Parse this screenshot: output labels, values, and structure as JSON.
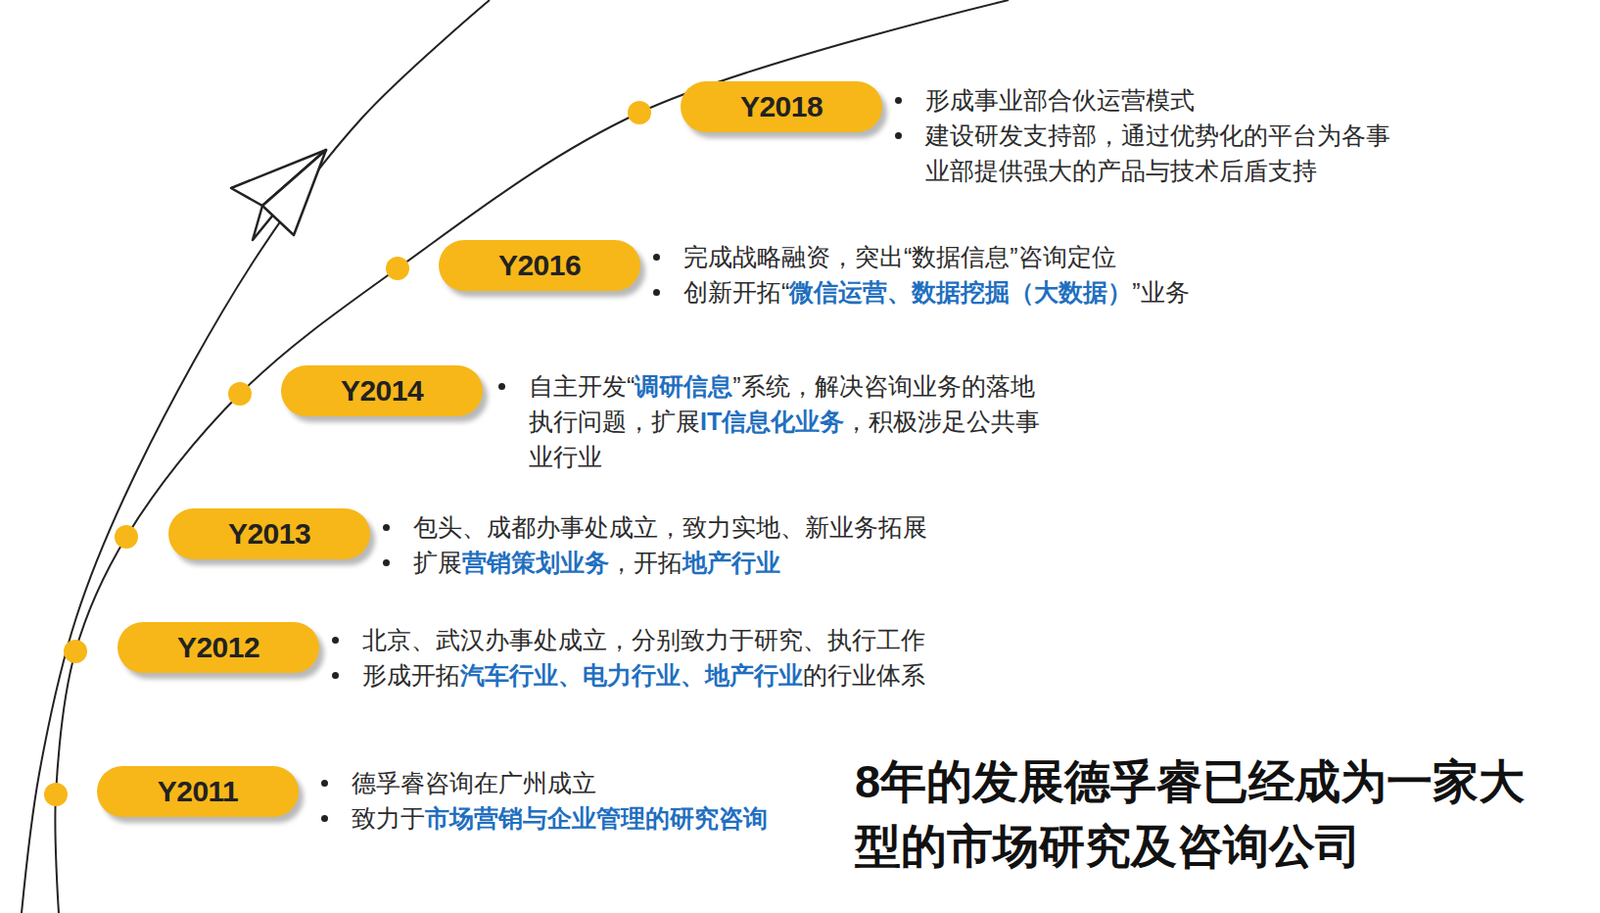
{
  "diagram": {
    "caption": "8年的发展德孚睿已经成为一家大型的市场研究及咨询公司",
    "nodes": [
      {
        "text": [
          "Y2018"
        ]
      },
      {
        "text": [
          "Y2016"
        ]
      },
      {
        "text": [
          "Y2014"
        ]
      },
      {
        "text": [
          "Y2013"
        ]
      },
      {
        "text": [
          "Y2012"
        ]
      },
      {
        "text": [
          "Y2011"
        ]
      }
    ],
    "labels": [
      "形成事业部合伙运营模式",
      "建设研发支持部，通过优势化的平台为各事业部提供强大的产品与技术后盾支持",
      "完成战略融资，突出“数据信息”咨询定位",
      "创新开拓“",
      "微信运营、数据挖掘（大数据）",
      "”业务",
      "自主开发“",
      "调研信息",
      "”系统，解决咨询业务的落地执行问题，扩展",
      "IT信息化业务",
      "，积极涉足公共事业行业",
      "包头、成都办事处成立，致力实地、新业务拓展",
      "扩展",
      "营销策划业务",
      "，开拓",
      "地产行业",
      "北京、武汉办事处成立，分别致力于研究、执行工作",
      "形成开拓",
      "汽车行业、电力行业、地产行业",
      "的行业体系",
      "德孚睿咨询在广州成立",
      "致力于",
      "市场营销与企业管理的研究咨询"
    ]
  }
}
